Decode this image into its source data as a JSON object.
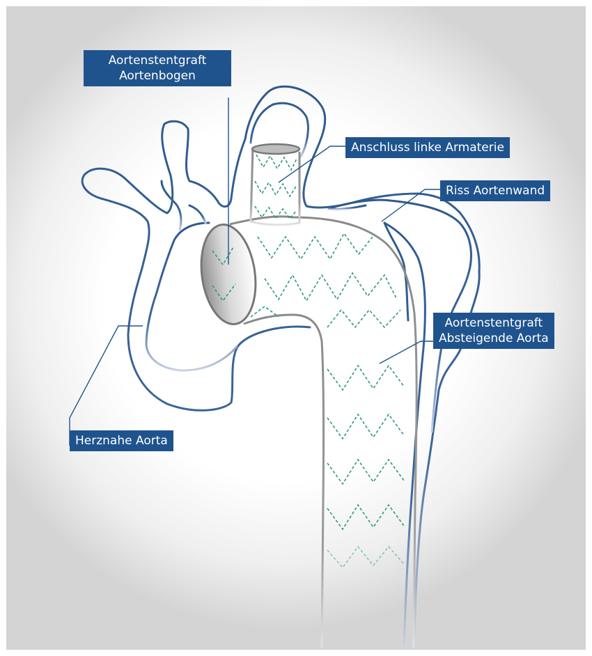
{
  "labels": {
    "graft_arch": {
      "line1": "Aortenstentgraft",
      "line2": "Aortenbogen"
    },
    "left_artery": "Anschluss linke Armaterie",
    "tear": "Riss Aortenwand",
    "graft_descending": {
      "line1": "Aortenstentgraft",
      "line2": "Absteigende Aorta"
    },
    "ascending": "Herznahe Aorta"
  },
  "colors": {
    "label_bg": "#1f538d",
    "label_text": "#ffffff",
    "vessel_outline": "#2e5a8e",
    "graft_outline": "#8a8a8a",
    "stent_wire": "#2a9a7a"
  }
}
